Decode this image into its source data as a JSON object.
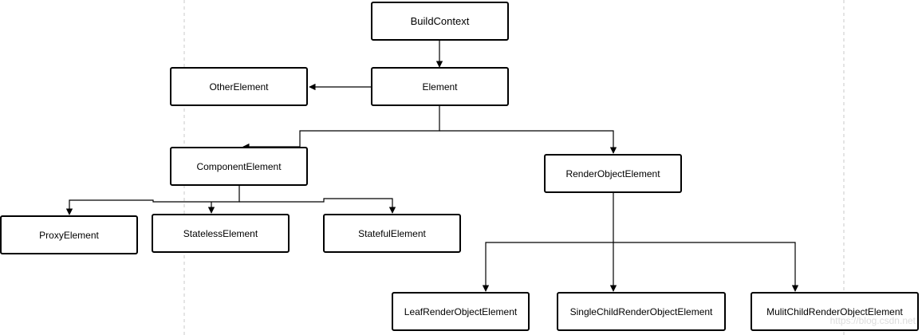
{
  "nodes": {
    "build_context": "BuildContext",
    "element": "Element",
    "other_element": "OtherElement",
    "component_element": "ComponentElement",
    "render_object_element": "RenderObjectElement",
    "proxy_element": "ProxyElement",
    "stateless_element": "StatelessElement",
    "stateful_element": "StatefulElement",
    "leaf_render_object_element": "LeafRenderObjectElement",
    "single_child_render_object_element": "SingleChildRenderObjectElement",
    "mulit_child_render_object_element": "MulitChildRenderObjectElement"
  },
  "watermark": "https://blog.csdn.net"
}
